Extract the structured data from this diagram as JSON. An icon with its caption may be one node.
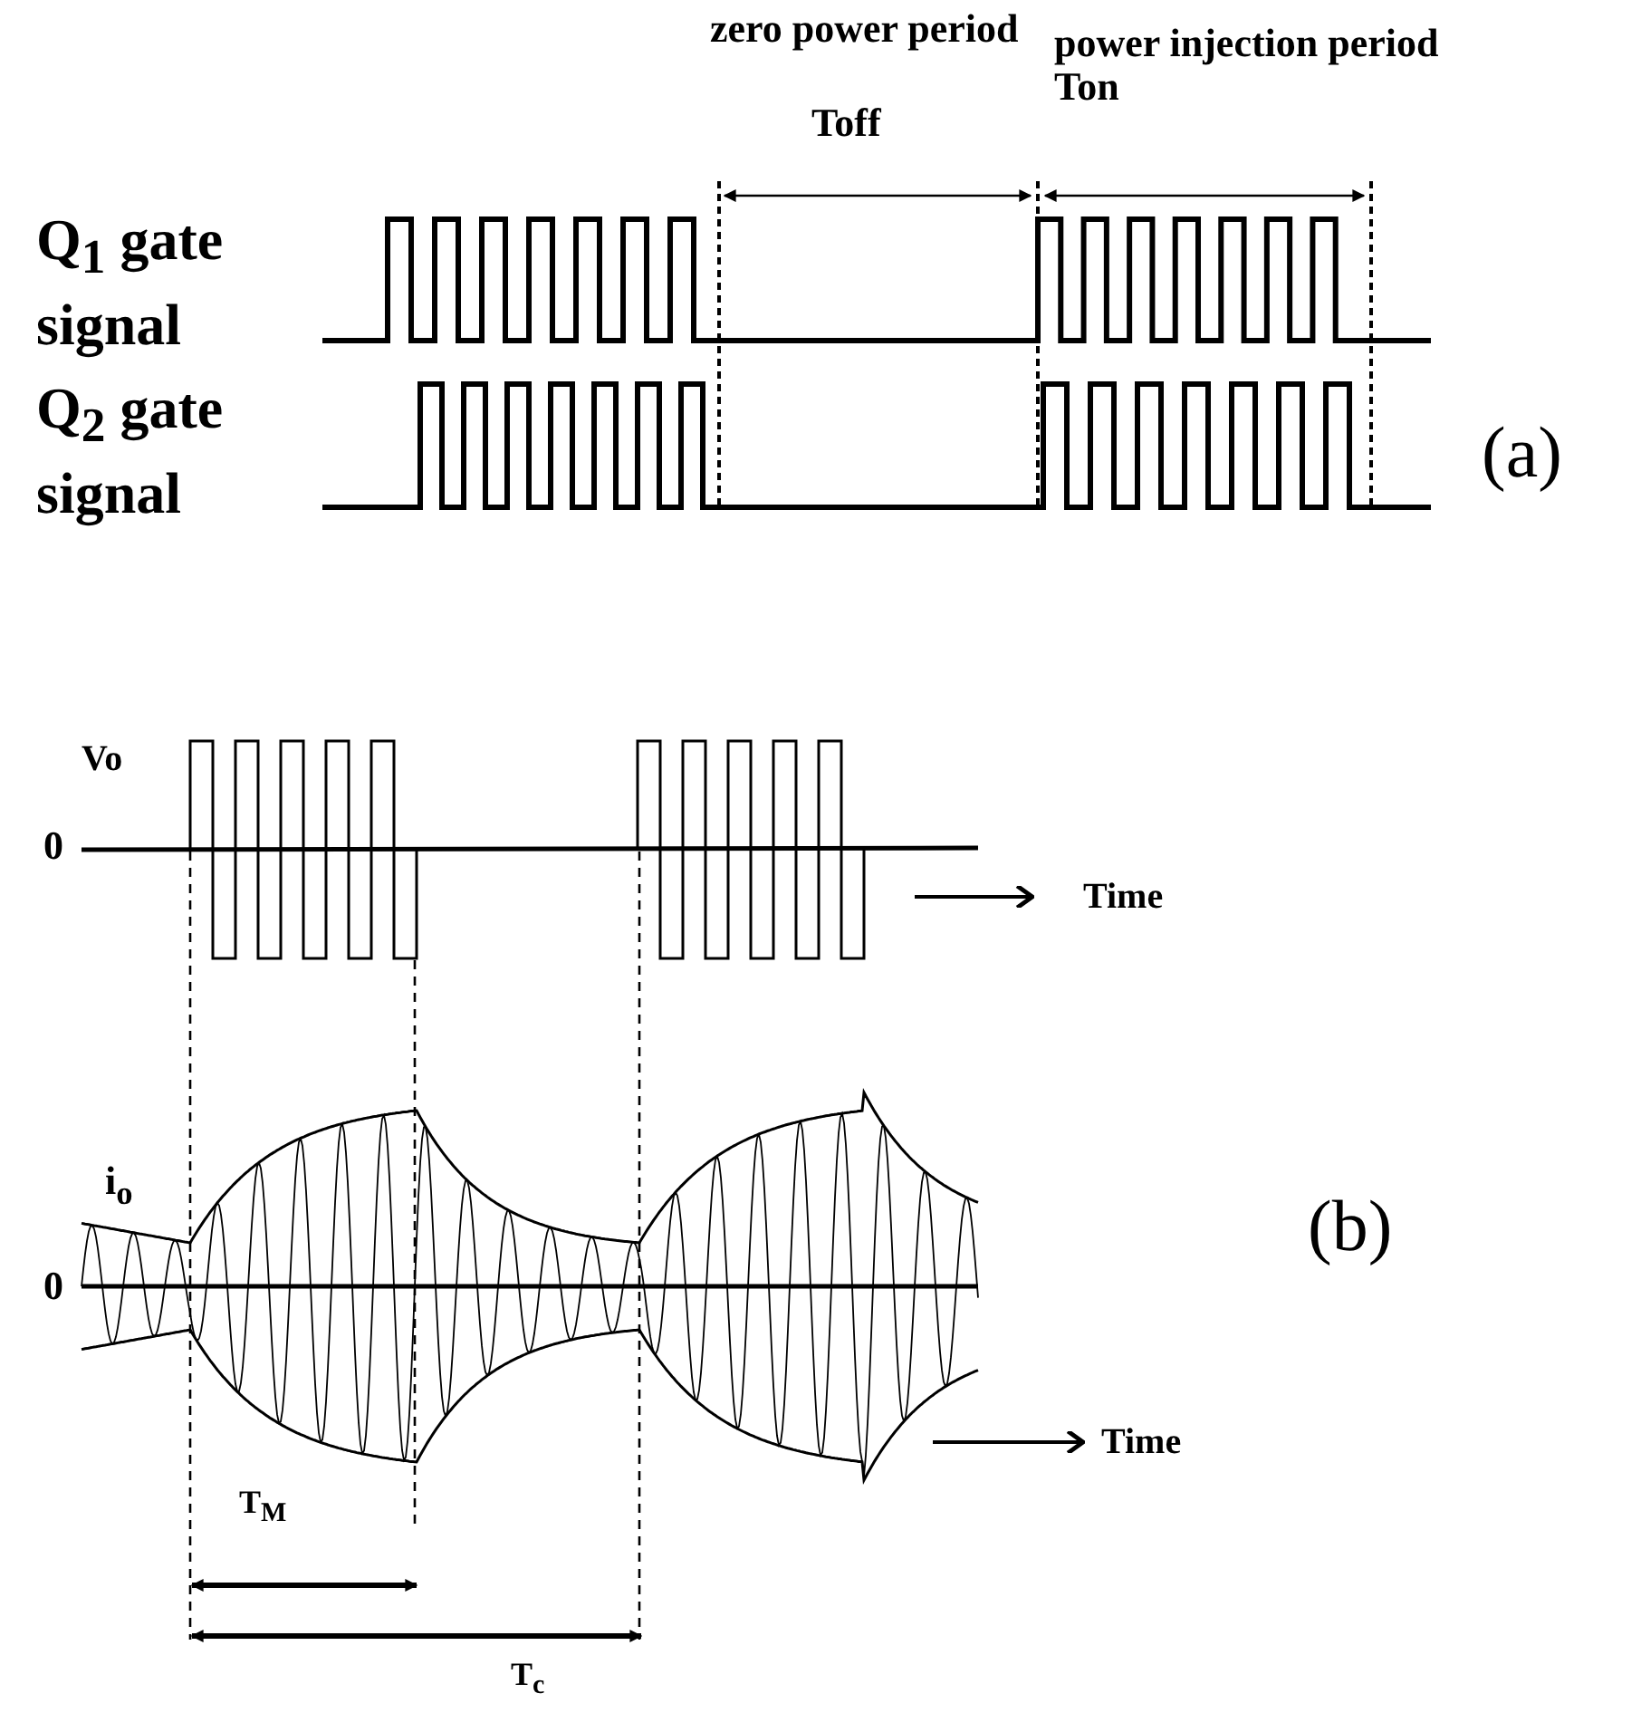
{
  "diagram": {
    "labels": [
      "zero power period",
      "Toff",
      "power injection period Ton",
      "Q$_{1}$ gate signal",
      "Q$_{2}$ gate signal",
      "(a)",
      "Vo",
      "0",
      "Time",
      "i$_{o}$",
      "(b)",
      "0",
      "Time",
      "T$_{M}$",
      "T$_{c}$"
    ]
  }
}
